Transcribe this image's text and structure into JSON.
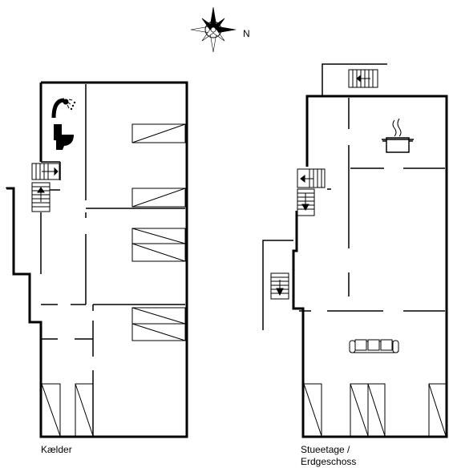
{
  "compass": {
    "north_label": "N",
    "icon": "compass-rose-icon"
  },
  "floors": [
    {
      "id": "basement",
      "label": "Kælder"
    },
    {
      "id": "ground",
      "label_line1": "Stueetage /",
      "label_line2": "Erdgeschoss"
    }
  ],
  "icons": {
    "shower": "shower-icon",
    "toilet": "toilet-icon",
    "pot": "cooking-pot-icon",
    "sofa": "sofa-icon",
    "stairs": "stairs-icon",
    "beds": "bed-icon"
  },
  "colors": {
    "wall": "#000000",
    "background": "#ffffff"
  }
}
